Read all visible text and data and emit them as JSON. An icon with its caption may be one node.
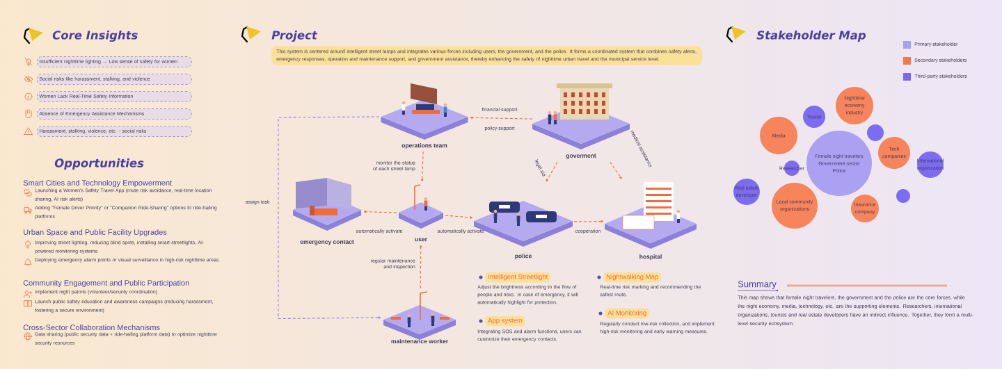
{
  "diagram": {
    "nodes": [
      {
        "text": [
          "Insufficient nighttime lighting → Low sense of safety for women"
        ]
      },
      {
        "text": [
          "Social risks like harassment, stalking, and violence"
        ]
      },
      {
        "text": [
          "Women Lack Real-Time Safety Information"
        ]
      },
      {
        "text": [
          "Absence of Emergency Assistance Mechanisms"
        ]
      },
      {
        "text": [
          "Harassment, stalking, violence, etc. - social risks"
        ]
      },
      {
        "text": [
          "This system is centered around intelligent street lamps and integrates various forces including users, the government, and the police. It forms a coordinated system that combines safety alerts, emergency responses, operation and maintenance support, and government assistance, thereby enhancing the safety of nighttime urban travel and the municipal service level."
        ]
      },
      {
        "text": [
          "operations team"
        ]
      },
      {
        "text": [
          "goverment"
        ]
      },
      {
        "text": [
          "emergency contact"
        ]
      },
      {
        "text": [
          "user"
        ]
      },
      {
        "text": [
          "police"
        ]
      },
      {
        "text": [
          "hospital"
        ]
      },
      {
        "text": [
          "maintenance worker"
        ]
      },
      {
        "text": [
          "Intelligent Streetlight"
        ],
        "beside": [
          "Adjust the brightness according to the flow of people and risks. In case of emergency, it will automatically highlight for protection."
        ]
      },
      {
        "text": [
          "Nightwalking Map"
        ],
        "beside": [
          "Real-time risk marking and recommending the safest route."
        ]
      },
      {
        "text": [
          "App system"
        ],
        "beside": [
          "Integrating SOS and alarm functions, users can customize their emergency contacts."
        ]
      },
      {
        "text": [
          "AI Monitoring"
        ],
        "beside": [
          "Regularly conduct low-risk collection, and implement high-risk monitoring and early warning measures."
        ]
      },
      {
        "text": [
          "Nighttime economy industry"
        ]
      },
      {
        "text": [
          "Tourist"
        ]
      },
      {
        "text": [
          "Media"
        ]
      },
      {
        "text": [],
        "shape": "circle"
      },
      {
        "text": [
          "Female night travelers",
          "Government sector",
          "Police"
        ]
      },
      {
        "text": [
          "Tech companies"
        ]
      },
      {
        "text": [
          "Researcher"
        ]
      },
      {
        "text": [
          "International organization"
        ]
      },
      {
        "text": [
          "Real estate developer"
        ]
      },
      {
        "text": [
          "Local community organizations"
        ]
      },
      {
        "text": [],
        "shape": "circle"
      },
      {
        "text": [
          "Insurance company"
        ]
      }
    ],
    "edges": [
      {
        "from": 7,
        "to": 6,
        "arrow": "to",
        "label": "financial support",
        "style": "dashed"
      },
      {
        "from": 6,
        "to": 9,
        "arrow": "to",
        "label": "monitor the status of each street lamp",
        "style": "dashed"
      },
      {
        "from": 9,
        "to": 8,
        "arrow": "to",
        "label": "automatically activate",
        "style": "dashed"
      },
      {
        "from": 9,
        "to": 10,
        "arrow": "to",
        "label": "automatically activate",
        "style": "dashed"
      },
      {
        "from": 7,
        "to": 10,
        "arrow": "to",
        "label": "legal aid",
        "style": "dashed"
      },
      {
        "from": 7,
        "to": 11,
        "arrow": "to",
        "label": "medical assistance",
        "style": "dashed"
      },
      {
        "from": 10,
        "to": 11,
        "arrow": "to",
        "label": "cooperation",
        "style": "dashed"
      },
      {
        "from": 12,
        "to": 9,
        "arrow": "to",
        "label": "regular maintenance and inspection",
        "style": "dashed"
      },
      {
        "from": 6,
        "to": 12,
        "arrow": "to",
        "label": "assign task",
        "style": "dashed",
        "color": "#8b7ff0"
      }
    ],
    "labels": [
      "Core Insights",
      "Opportunities",
      "Smart Cities and Technology Empowerment",
      "Launching a Women's Safety Travel App (route risk avoidance, real-time location sharing, AI risk alerts)",
      "Adding “Female Driver Priority” or “Companion Ride-Sharing” options to ride-hailing platforms",
      "Urban Space and Public Facility Upgrades",
      "Improving street lighting, reducing blind spots, installing smart streetlights, AI-powered monitoring systems",
      "Deploying emergency alarm points or visual surveillance in high-risk nighttime areas",
      "Community Engagement and Public Participation",
      "Implement night patrols (volunteer/security coordination)",
      "Launch public safety education and awareness campaigns (reducing harassment, fostering a secure environment)",
      "Cross-Sector Collaboration Mechanisms",
      "Data sharing (public security data + ride-hailing platform data) to optimize nighttime security resources",
      "Project",
      "policy support",
      "Stakeholder Map",
      "Summary",
      "This map shows that female night travelers, the government and the police are the core forces, while the night economy, media, technology, etc. are the supporting elements. Researchers, international organizations, tourists and real estate developers have an indirect influence. Together, they form a multi-level security ecosystem."
    ],
    "legend": [
      {
        "text": "Primary stakeholder",
        "color": "#aba0f2"
      },
      {
        "text": "Secondary stakeholders",
        "color": "#f4774a"
      },
      {
        "text": "Third-party stakeholders",
        "color": "#7b68f0"
      }
    ]
  }
}
